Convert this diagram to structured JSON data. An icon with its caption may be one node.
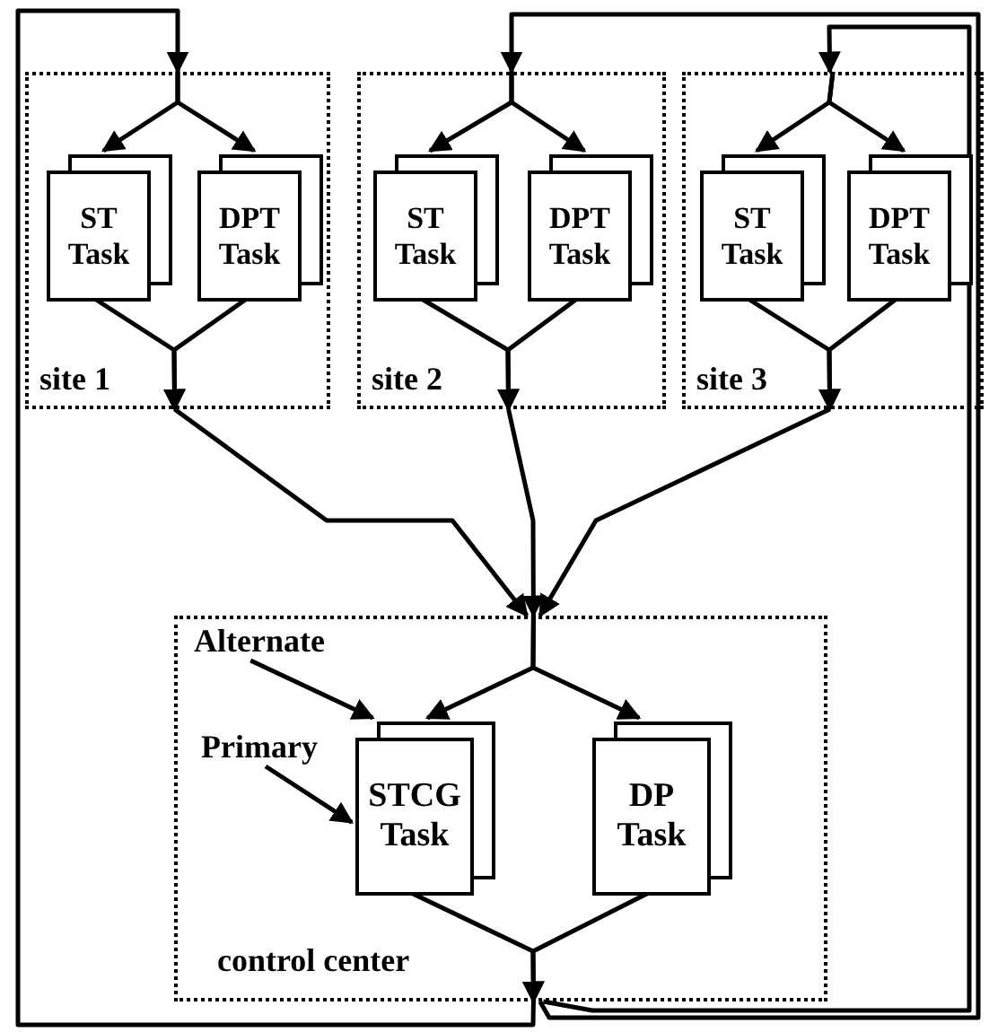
{
  "diagram": {
    "nodes": [
      {
        "text": [
          "site 1"
        ]
      },
      {
        "text": [
          "ST Task"
        ],
        "in": 0
      },
      {
        "text": [
          "DPT Task"
        ],
        "in": 0
      },
      {
        "text": [
          "site 2"
        ]
      },
      {
        "text": [
          "ST Task"
        ],
        "in": 3
      },
      {
        "text": [
          "DPT Task"
        ],
        "in": 3
      },
      {
        "text": [
          "site 3"
        ]
      },
      {
        "text": [
          "ST Task"
        ],
        "in": 6
      },
      {
        "text": [
          "DPT Task"
        ],
        "in": 6
      },
      {
        "text": [
          "control center"
        ]
      },
      {
        "text": [
          "STCG Task"
        ],
        "in": 9
      },
      {
        "text": [
          "DP Task"
        ],
        "in": 9
      },
      {
        "text": [
          "Alternate"
        ],
        "in": 9
      },
      {
        "text": [
          "Primary"
        ],
        "in": 9
      }
    ],
    "edges": [
      {
        "from": 9,
        "to": 0,
        "arrow": "to"
      },
      {
        "from": 9,
        "to": 3,
        "arrow": "to"
      },
      {
        "from": 9,
        "to": 6,
        "arrow": "to"
      },
      {
        "from": 0,
        "to": 1,
        "arrow": "to"
      },
      {
        "from": 0,
        "to": 2,
        "arrow": "to"
      },
      {
        "from": 1,
        "to": 0,
        "arrow": "to"
      },
      {
        "from": 2,
        "to": 0,
        "arrow": "to"
      },
      {
        "from": 3,
        "to": 4,
        "arrow": "to"
      },
      {
        "from": 3,
        "to": 5,
        "arrow": "to"
      },
      {
        "from": 4,
        "to": 3,
        "arrow": "to"
      },
      {
        "from": 5,
        "to": 3,
        "arrow": "to"
      },
      {
        "from": 6,
        "to": 7,
        "arrow": "to"
      },
      {
        "from": 6,
        "to": 8,
        "arrow": "to"
      },
      {
        "from": 7,
        "to": 6,
        "arrow": "to"
      },
      {
        "from": 8,
        "to": 6,
        "arrow": "to"
      },
      {
        "from": 0,
        "to": 9,
        "arrow": "to"
      },
      {
        "from": 3,
        "to": 9,
        "arrow": "to"
      },
      {
        "from": 6,
        "to": 9,
        "arrow": "to"
      },
      {
        "from": 9,
        "to": 10,
        "arrow": "to"
      },
      {
        "from": 9,
        "to": 11,
        "arrow": "to"
      },
      {
        "from": 10,
        "to": 9,
        "arrow": "to"
      },
      {
        "from": 11,
        "to": 9,
        "arrow": "to"
      },
      {
        "from": 12,
        "to": 10,
        "arrow": "to"
      },
      {
        "from": 13,
        "to": 10,
        "arrow": "to"
      }
    ]
  }
}
